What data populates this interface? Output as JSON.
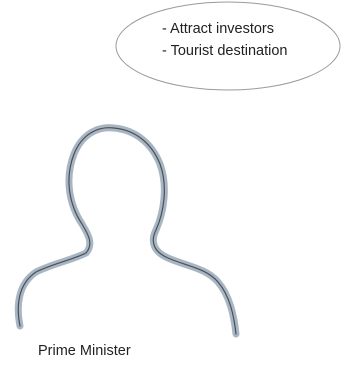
{
  "thought_bubble": {
    "lines": [
      "- Attract investors",
      "- Tourist destination"
    ],
    "border_color": "#9a9a9a"
  },
  "person": {
    "icon": "person-silhouette-icon",
    "caption": "Prime Minister",
    "outline_color": "#a8b6c4",
    "stroke_color": "#4a4f55"
  }
}
